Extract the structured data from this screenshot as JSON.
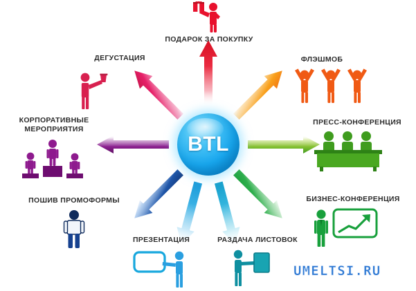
{
  "diagram": {
    "title": "BTL",
    "center": {
      "label": "BTL",
      "shape": "sphere",
      "color": "#19a8ef"
    },
    "watermark": {
      "text": "UMELTSI.RU",
      "color": "#1f6fd0"
    },
    "nodes": [
      {
        "id": "podarok-za-pokupku",
        "label": "ПОДАРОК ЗА ПОКУПКУ",
        "direction": "up",
        "angle_deg": 270,
        "arrow_color": "#e8112d",
        "icon": "person-holding-gift-icon",
        "icon_color": "#e8112d"
      },
      {
        "id": "degustaciya",
        "label": "ДЕГУСТАЦИЯ",
        "direction": "up-left",
        "angle_deg": 225,
        "arrow_color": "#e2186c",
        "icon": "person-holding-cup-icon",
        "icon_color": "#d8204f"
      },
      {
        "id": "korporativnye-meropriyatiya",
        "label": "КОРПОРАТИВНЫЕ\nМЕРОПРИЯТИЯ",
        "direction": "left",
        "angle_deg": 180,
        "arrow_color": "#7b1f7d",
        "icon": "three-people-podium-icon",
        "icon_color": "#8e1a8e"
      },
      {
        "id": "poshiv-promoformy",
        "label": "ПОШИВ ПРОМОФОРМЫ",
        "direction": "down-left",
        "angle_deg": 135,
        "arrow_color": "#16418f",
        "icon": "person-in-uniform-icon",
        "icon_color": "#16418f"
      },
      {
        "id": "prezentaciya",
        "label": "ПРЕЗЕНТАЦИЯ",
        "direction": "down",
        "angle_deg": 90,
        "arrow_color": "#29a8e0",
        "icon": "person-at-board-icon",
        "icon_color": "#1f9ad6"
      },
      {
        "id": "razdacha-listovok",
        "label": "РАЗДАЧА ЛИСТОВОК",
        "direction": "down",
        "angle_deg": 75,
        "arrow_color": "#29a8e0",
        "icon": "person-handing-flyer-icon",
        "icon_color": "#0f8fa0"
      },
      {
        "id": "biznes-konferenciya",
        "label": "БИЗНЕС-КОНФЕРЕНЦИЯ",
        "direction": "down-right",
        "angle_deg": 45,
        "arrow_color": "#1d9e3f",
        "icon": "businessman-growth-chart-icon",
        "icon_color": "#18a03c"
      },
      {
        "id": "press-konferenciya",
        "label": "ПРЕСС-КОНФЕРЕНЦИЯ",
        "direction": "right",
        "angle_deg": 0,
        "arrow_color": "#4fa832",
        "icon": "panel-table-three-people-icon",
        "icon_color": "#3f9c1e"
      },
      {
        "id": "fleshmob",
        "label": "ФЛЭШМОБ",
        "direction": "up-right",
        "angle_deg": 315,
        "arrow_color": "#f07b18",
        "icon": "three-people-arms-up-icon",
        "icon_color": "#f05a14"
      }
    ]
  }
}
